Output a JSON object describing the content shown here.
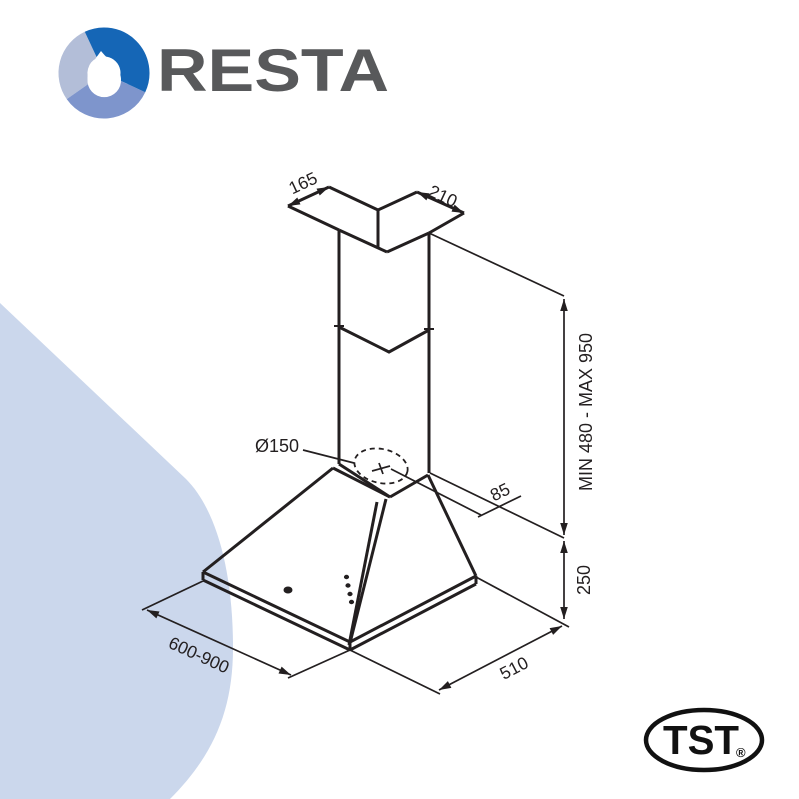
{
  "brand": {
    "wordmark": "RESTA",
    "colors": {
      "wordmark_gray": "#58595B",
      "swirl_dark_blue": "#1566B6",
      "swirl_medium_blue": "#7E95CC",
      "swirl_light_blue": "#B3BED8"
    }
  },
  "background": {
    "shape_color": "#CBD7EC"
  },
  "diagram": {
    "line_color": "#231F20",
    "labels": {
      "chimney_top_width": "165",
      "chimney_top_depth": "210",
      "duct_diameter": "Ø150",
      "duct_offset": "85",
      "chimney_height_range": "MIN 480 - MAX 950",
      "canopy_height": "250",
      "hood_width_range": "600-900",
      "hood_depth": "510"
    }
  },
  "certification": {
    "mark": "TST",
    "registered_symbol": "®"
  }
}
